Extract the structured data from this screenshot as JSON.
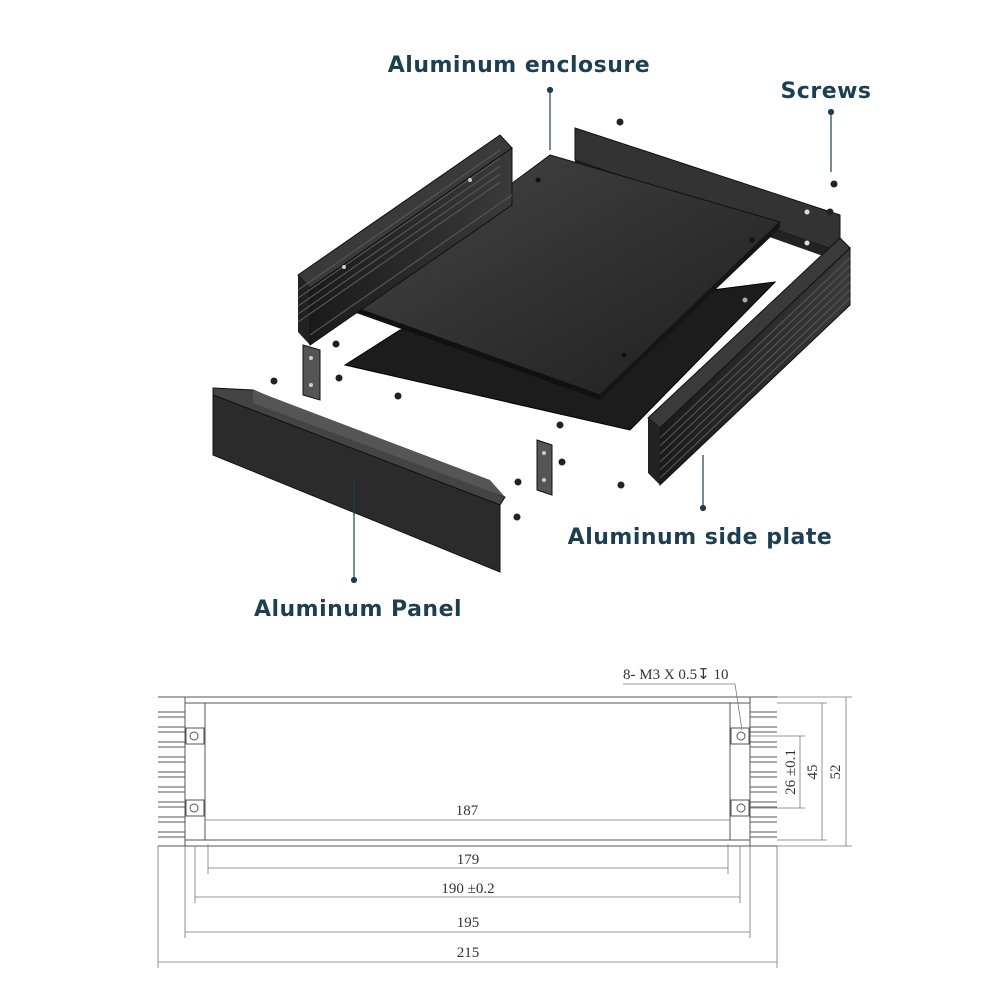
{
  "labels": {
    "enclosure": "Aluminum enclosure",
    "screws": "Screws",
    "side_plate": "Aluminum side plate",
    "panel": "Aluminum Panel"
  },
  "drawing": {
    "thread_note": "8- M3 X 0.5↧ 10",
    "dim_187": "187",
    "dim_179": "179",
    "dim_190": "190 ±0.2",
    "dim_195": "195",
    "dim_215": "215",
    "dim_26": "26 ±0.1",
    "dim_45": "45",
    "dim_52": "52"
  },
  "colors": {
    "label_text": "#1d3f52",
    "metal_dark": "#2a2a2a",
    "metal_mid": "#3c3c3c"
  }
}
